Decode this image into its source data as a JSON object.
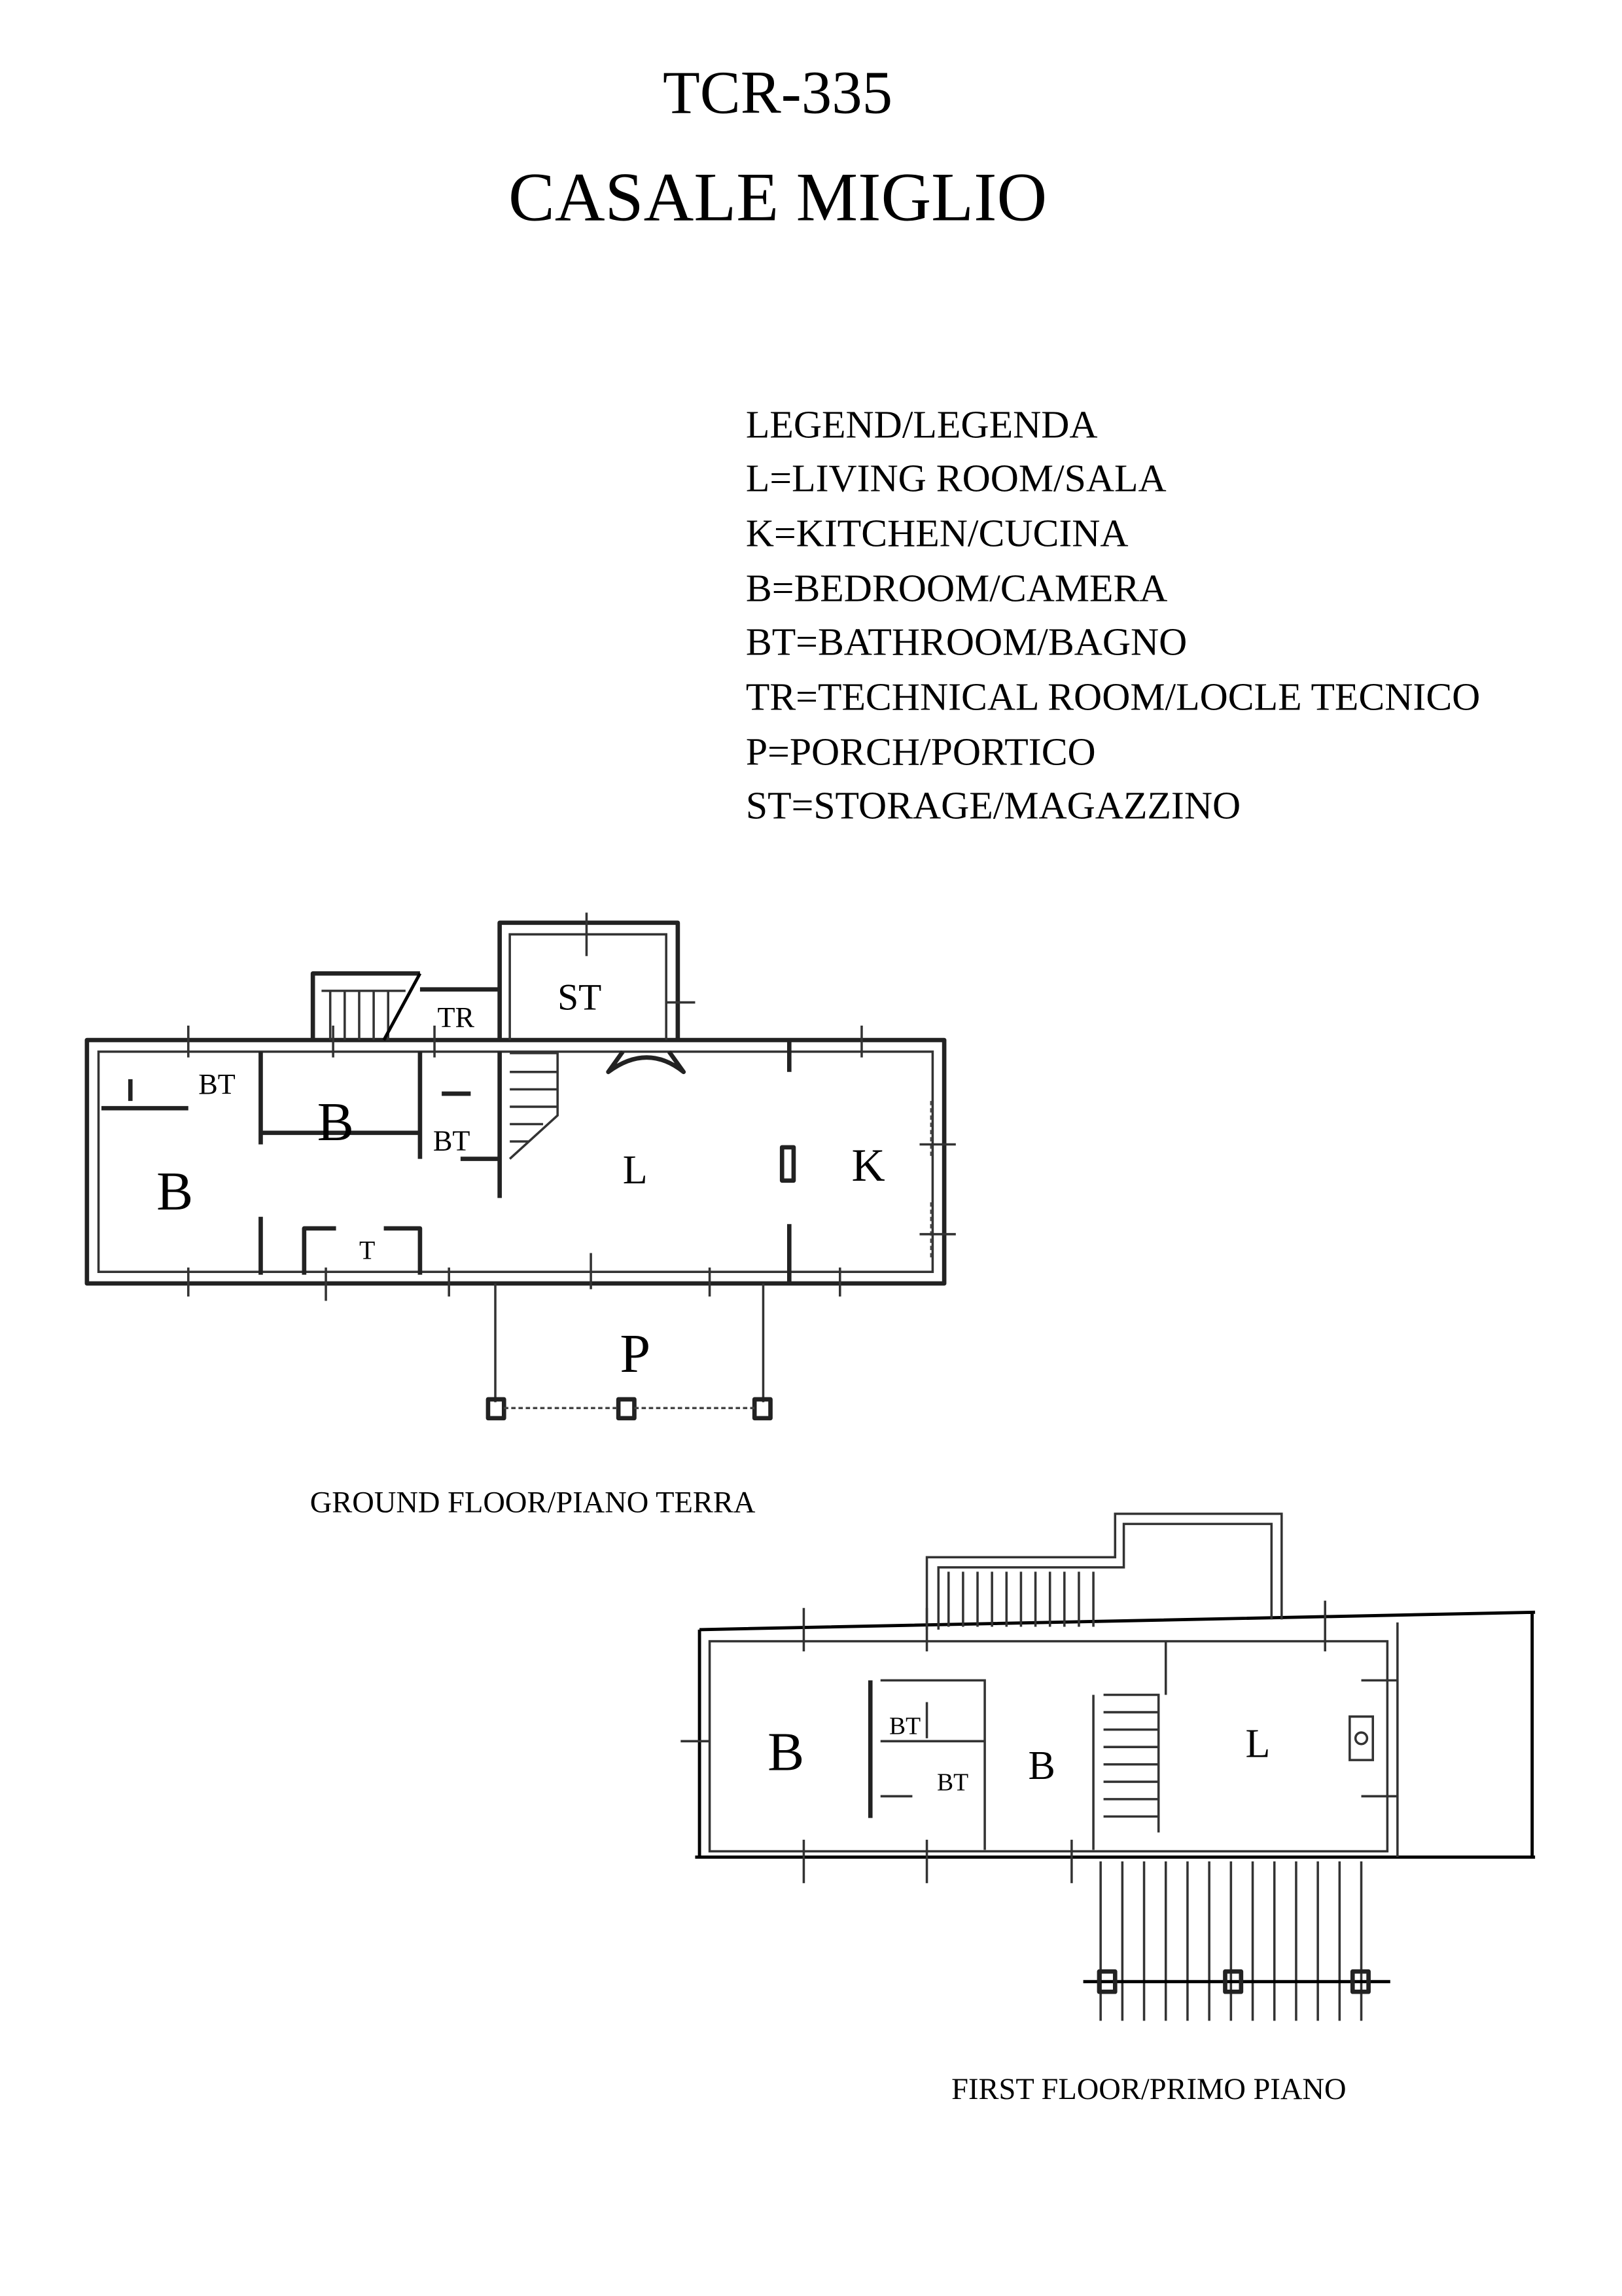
{
  "header": {
    "code": "TCR-335",
    "name": "CASALE MIGLIO"
  },
  "legend": {
    "title": "LEGEND/LEGENDA",
    "items": [
      "L=LIVING ROOM/SALA",
      "K=KITCHEN/CUCINA",
      "B=BEDROOM/CAMERA",
      "BT=BATHROOM/BAGNO",
      "TR=TECHNICAL ROOM/LOCLE TECNICO",
      "P=PORCH/PORTICO",
      "ST=STORAGE/MAGAZZINO"
    ]
  },
  "ground_floor": {
    "caption": "GROUND FLOOR/PIANO TERRA",
    "rooms": {
      "st": "ST",
      "tr": "TR",
      "bt1": "BT",
      "b1": "B",
      "bt2": "BT",
      "b2": "B",
      "l": "L",
      "k": "K",
      "t": "T",
      "p": "P"
    }
  },
  "first_floor": {
    "caption": "FIRST FLOOR/PRIMO PIANO",
    "rooms": {
      "b1": "B",
      "bt1": "BT",
      "bt2": "BT",
      "b2": "B",
      "l": "L"
    }
  }
}
